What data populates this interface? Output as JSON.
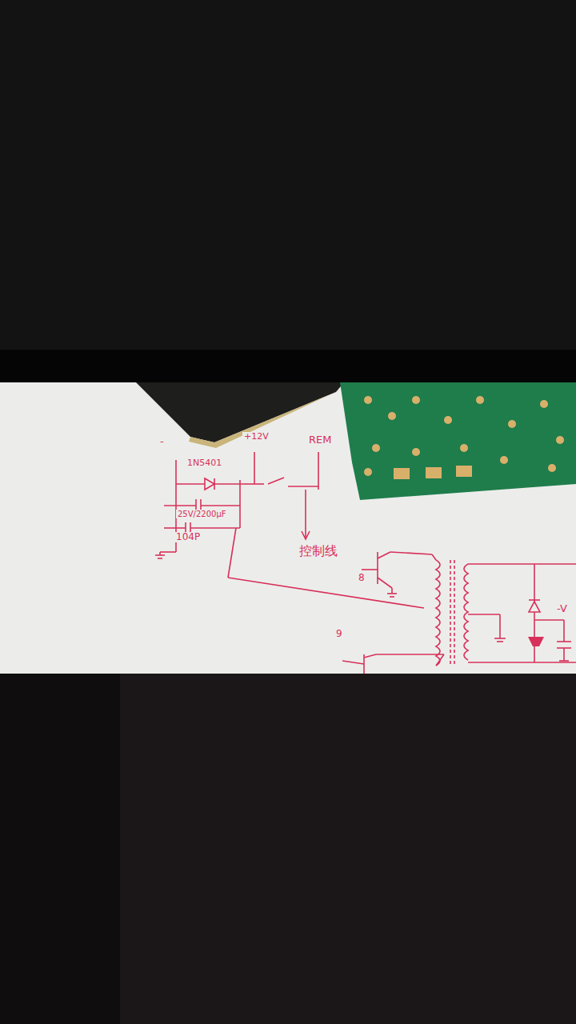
{
  "diagram": {
    "labels": [
      "-",
      "1N5401",
      "+12V",
      "REM",
      "25V/2200μF",
      "104P",
      "控制线",
      "8",
      "9",
      "-V"
    ]
  }
}
